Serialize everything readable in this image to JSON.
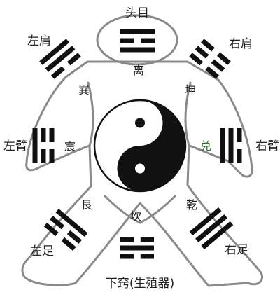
{
  "colors": {
    "outline": "#8a8a8a",
    "ink": "#111111",
    "green_text": "#2f6b2f",
    "background": "#ffffff"
  },
  "labels": {
    "head": "头目",
    "left_shoulder": "左肩",
    "right_shoulder": "右肩",
    "left_arm": "左臂",
    "right_arm": "右臂",
    "left_foot": "左足",
    "right_foot": "右足",
    "lower_orifice": "下窍(生殖器)"
  },
  "trigrams": {
    "li": {
      "name": "离",
      "lines": [
        "solid",
        "broken",
        "solid"
      ]
    },
    "xun": {
      "name": "巽",
      "lines": [
        "solid",
        "solid",
        "broken"
      ]
    },
    "kun": {
      "name": "坤",
      "lines": [
        "broken",
        "broken",
        "broken"
      ]
    },
    "zhen": {
      "name": "震",
      "lines": [
        "broken",
        "broken",
        "solid"
      ]
    },
    "dui": {
      "name": "兑",
      "lines": [
        "broken",
        "solid",
        "solid"
      ]
    },
    "gen": {
      "name": "艮",
      "lines": [
        "solid",
        "broken",
        "broken"
      ]
    },
    "qian": {
      "name": "乾",
      "lines": [
        "solid",
        "solid",
        "solid"
      ]
    },
    "kan": {
      "name": "坎",
      "lines": [
        "broken",
        "solid",
        "broken"
      ]
    }
  },
  "center_symbol": "yin-yang-icon"
}
